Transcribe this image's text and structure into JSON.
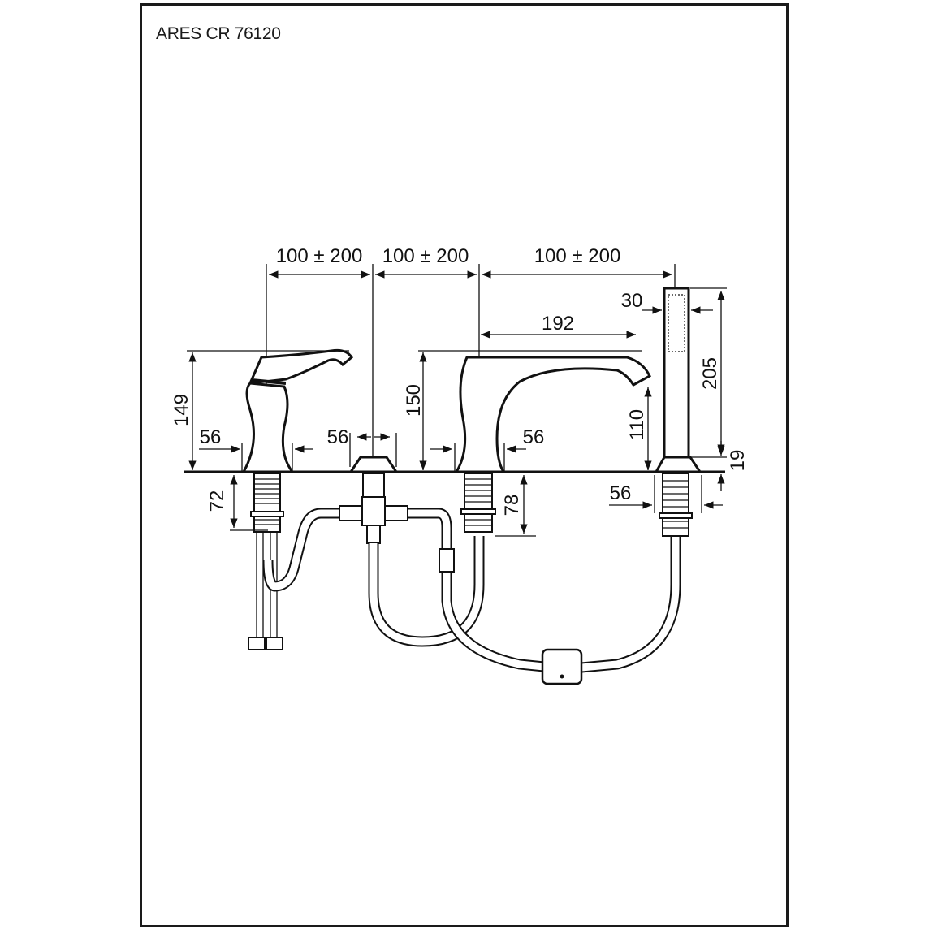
{
  "title": "ARES CR 76120",
  "dimensions": {
    "spacing_1": "100 ± 200",
    "spacing_2": "100 ± 200",
    "spacing_3": "100 ± 200",
    "spout_reach": "192",
    "shower_width": "30",
    "shower_height": "205",
    "mixer_height": "149",
    "mixer_base": "56",
    "diverter_base": "56",
    "spout_height": "150",
    "spout_base": "56",
    "spout_outlet_height": "110",
    "mixer_shank": "72",
    "spout_shank": "78",
    "shower_base": "56",
    "shower_escutcheon": "19"
  }
}
